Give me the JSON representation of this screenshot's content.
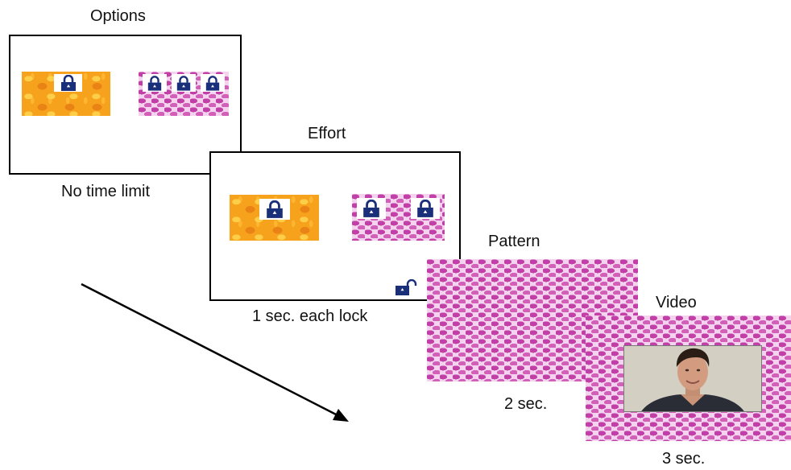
{
  "stages": {
    "options": {
      "title": "Options",
      "caption": "No time limit"
    },
    "effort": {
      "title": "Effort",
      "caption": "1 sec. each lock"
    },
    "pattern": {
      "title": "Pattern",
      "caption": "2 sec."
    },
    "video": {
      "title": "Video",
      "caption": "3 sec."
    }
  },
  "colors": {
    "lock_blue": "#1a2f7a",
    "orange_pattern": "#f7a21c",
    "pink_pattern": "#f3d3ee",
    "pink_mark": "#c23fa7"
  },
  "icons": {
    "lock": "padlock-icon",
    "unlocked": "unlocked-padlock-icon",
    "arrow": "time-arrow"
  }
}
